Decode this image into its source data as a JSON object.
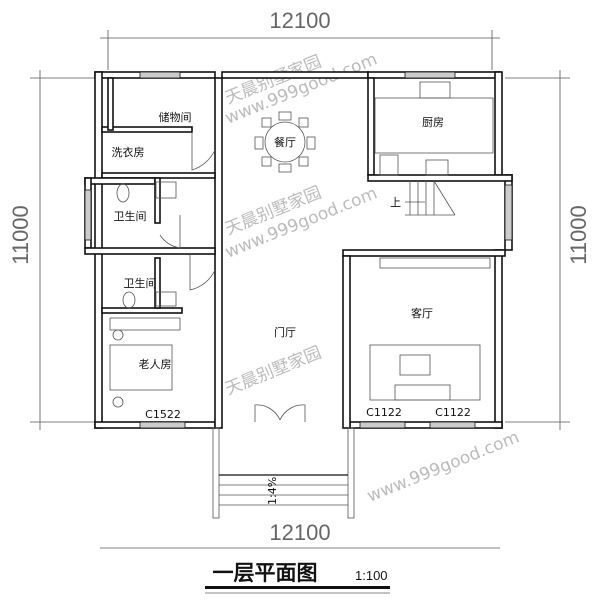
{
  "dimensions": {
    "top": "12100",
    "bottom": "12100",
    "left": "11000",
    "right": "11000"
  },
  "rooms": {
    "storage": "储物间",
    "laundry": "洗衣房",
    "dining": "餐厅",
    "kitchen": "厨房",
    "bathroom_1": "卫生间",
    "bathroom_2": "卫生间",
    "elderly_room": "老人房",
    "foyer": "门厅",
    "living_room": "客厅"
  },
  "stair_up_label": "上",
  "entry_steps_label": "1:4%",
  "windows": {
    "elderly_room": "C1522",
    "living_left": "C1122",
    "living_right": "C1122"
  },
  "title": {
    "text": "一层平面图",
    "scale": "1:100"
  },
  "watermark": {
    "brand": "天晨别墅家园",
    "url": "www.999good.com"
  }
}
